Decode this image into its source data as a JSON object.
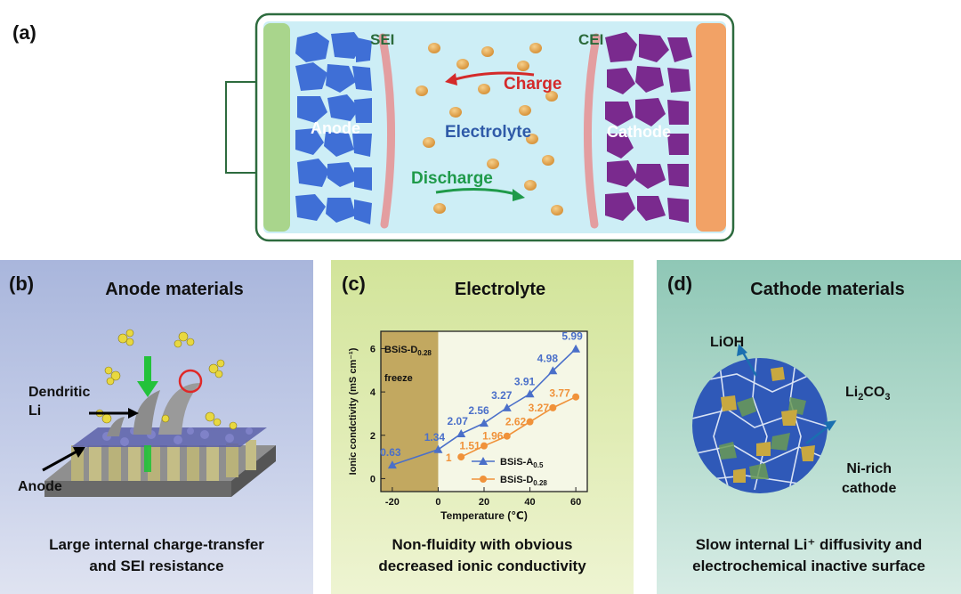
{
  "panel_a": {
    "letter": "(a)",
    "sei": "SEI",
    "cei": "CEI",
    "anode": "Anode",
    "cathode": "Cathode",
    "electrolyte": "Electrolyte",
    "charge": "Charge",
    "discharge": "Discharge"
  },
  "panel_b": {
    "letter": "(b)",
    "title": "Anode materials",
    "dendritic_line1": "Dendritic",
    "dendritic_line2": "Li",
    "anode_label": "Anode",
    "caption_line1": "Large internal charge-transfer",
    "caption_line2": "and  SEI resistance"
  },
  "panel_c": {
    "letter": "(c)",
    "title": "Electrolyte",
    "caption_line1": "Non-fluidity with obvious",
    "caption_line2": "decreased ionic conductivity",
    "freeze_sub_label": "0.28",
    "freeze_label": "BSiS-D",
    "freeze_word": "freeze"
  },
  "chart_data": {
    "type": "line",
    "xlabel": "Temperature (℃)",
    "ylabel": "Ionic condctivity (mS cm⁻¹)",
    "xlim": [
      -25,
      65
    ],
    "ylim": [
      -0.6,
      6.8
    ],
    "xticks": [
      -20,
      0,
      20,
      40,
      60
    ],
    "yticks": [
      0,
      2,
      4,
      6
    ],
    "shaded_region": [
      -25,
      0
    ],
    "series": [
      {
        "name": "BSiS-A",
        "name_sub": "0.5",
        "color": "#4a6fc9",
        "marker": "triangle",
        "x": [
          -20,
          0,
          10,
          20,
          30,
          40,
          50,
          60
        ],
        "y": [
          0.63,
          1.34,
          2.07,
          2.56,
          3.27,
          3.91,
          4.98,
          5.99
        ],
        "labels": [
          "0.63",
          "1.34",
          "2.07",
          "2.56",
          "3.27",
          "3.91",
          "4.98",
          "5.99"
        ]
      },
      {
        "name": "BSiS-D",
        "name_sub": "0.28",
        "color": "#f0923a",
        "marker": "circle",
        "x": [
          10,
          20,
          30,
          40,
          50,
          60
        ],
        "y": [
          1.0,
          1.51,
          1.96,
          2.62,
          3.27,
          3.77
        ],
        "labels": [
          "1",
          "1.51",
          "1.96",
          "2.62",
          "3.27",
          "3.77"
        ]
      }
    ]
  },
  "panel_d": {
    "letter": "(d)",
    "title": "Cathode materials",
    "lioh": "LiOH",
    "li2co3_a": "Li",
    "li2co3_sub": "2",
    "li2co3_b": "CO",
    "li2co3_sub2": "3",
    "nirich_line1": "Ni-rich",
    "nirich_line2": "cathode",
    "caption_line1": "Slow internal Li⁺ diffusivity and",
    "caption_line2": "electrochemical inactive surface"
  },
  "colors": {
    "electrolyte_bg": "#cdeef6",
    "anode_blue": "#3f6fd6",
    "cathode_purple": "#7a2a8e",
    "charge_red": "#d42a2a",
    "discharge_green": "#1f9a4a",
    "label_blue": "#2f5aa8"
  }
}
